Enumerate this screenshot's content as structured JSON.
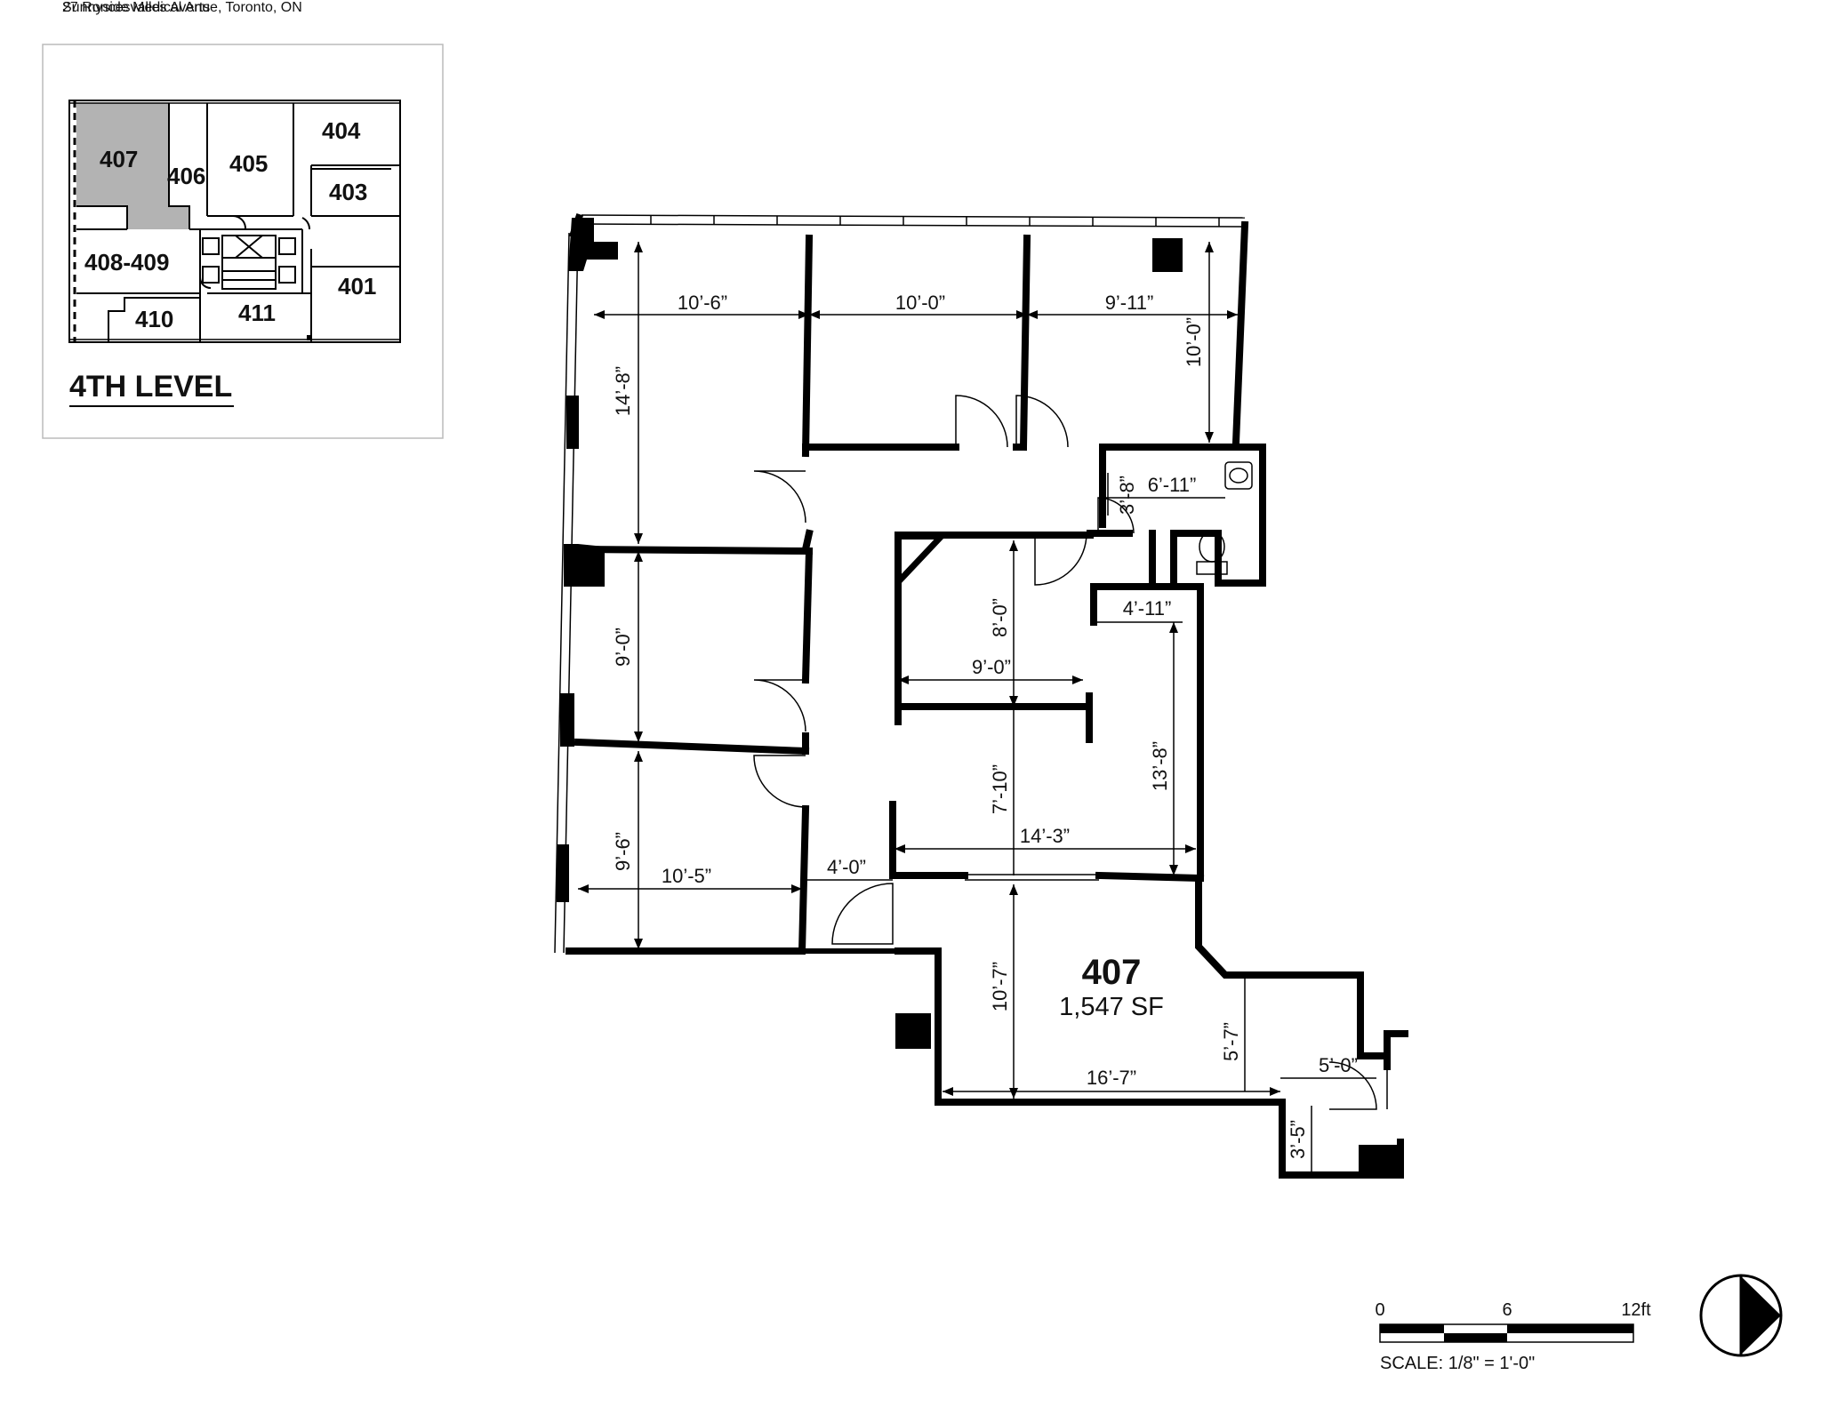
{
  "key_plan": {
    "units": [
      "407",
      "406",
      "405",
      "404",
      "403",
      "408-409",
      "401",
      "410",
      "411"
    ],
    "level_label": "4TH LEVEL"
  },
  "suite": {
    "number": "407",
    "area": "1,547 SF"
  },
  "dimensions": {
    "d1": "10’-6”",
    "d2": "10’-0”",
    "d3": "9’-11”",
    "d4": "10’-0”",
    "d5": "14’-8”",
    "d6": "6’-11”",
    "d7": "3’-8”",
    "d8": "8’-0”",
    "d9": "4’-11”",
    "d10": "9’-0”",
    "d11": "9’-0”",
    "d12": "13’-8”",
    "d13": "7’-10”",
    "d14": "14’-3”",
    "d15": "9’-6”",
    "d16": "10’-5”",
    "d17": "4’-0”",
    "d18": "10’-7”",
    "d19": "5’-7”",
    "d20": "16’-7”",
    "d21": "5’-0”",
    "d22": "3’-5”"
  },
  "building": {
    "name": "Sunnyside Medical Arts",
    "address": "27 Roncesvalles Avenue, Toronto, ON"
  },
  "scale_bar": {
    "ticks": [
      "0",
      "6",
      "12ft"
    ],
    "caption": "SCALE: 1/8\" = 1'-0\""
  },
  "icons": {
    "north_arrow": "north-arrow-icon",
    "toilet": "toilet-icon",
    "sink": "sink-icon"
  },
  "colors": {
    "wall": "#000000",
    "highlight": "#b3b3b3",
    "background": "#ffffff"
  }
}
